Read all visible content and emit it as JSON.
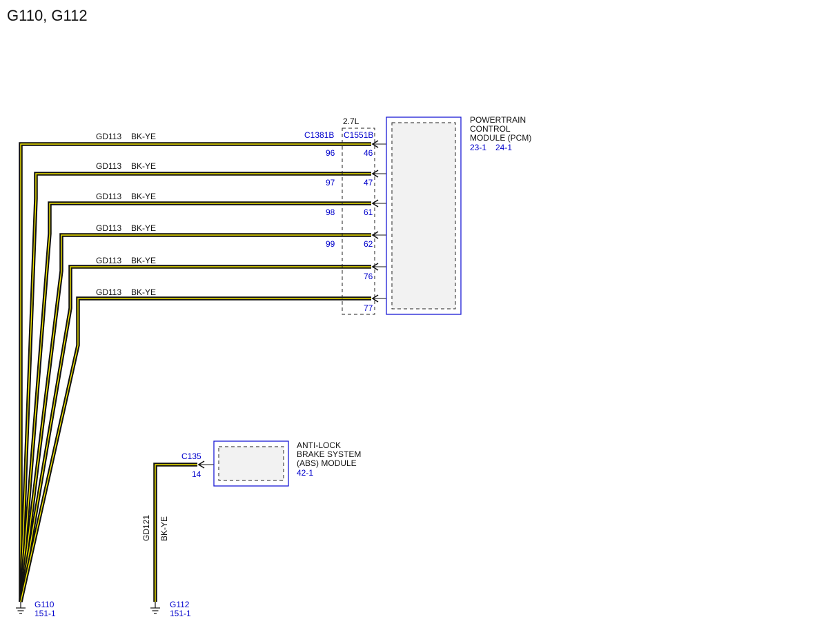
{
  "page_title": "G110, G112",
  "colors": {
    "wire_outer": "#111111",
    "wire_stripe": "#f2e600",
    "module_border": "#1a1ad6",
    "module_fill": "#f2f2f2",
    "label_blue": "#0000cc"
  },
  "variant_label": "2.7L",
  "pcm": {
    "name_lines": [
      "POWERTRAIN",
      "CONTROL",
      "MODULE (PCM)"
    ],
    "refs": [
      "23-1",
      "24-1"
    ],
    "connector_outer": "C1381B",
    "connector_inner": "C1551B"
  },
  "pcm_wires": [
    {
      "circuit": "GD113",
      "color": "BK-YE",
      "outer_pin": "96",
      "inner_pin": "46"
    },
    {
      "circuit": "GD113",
      "color": "BK-YE",
      "outer_pin": "97",
      "inner_pin": "47"
    },
    {
      "circuit": "GD113",
      "color": "BK-YE",
      "outer_pin": "98",
      "inner_pin": "61"
    },
    {
      "circuit": "GD113",
      "color": "BK-YE",
      "outer_pin": "99",
      "inner_pin": "62"
    },
    {
      "circuit": "GD113",
      "color": "BK-YE",
      "outer_pin": "",
      "inner_pin": "76"
    },
    {
      "circuit": "GD113",
      "color": "BK-YE",
      "outer_pin": "",
      "inner_pin": "77"
    }
  ],
  "abs": {
    "name_lines": [
      "ANTI-LOCK",
      "BRAKE SYSTEM",
      "(ABS) MODULE"
    ],
    "ref": "42-1",
    "connector": "C135",
    "pin": "14",
    "wire_circuit": "GD121",
    "wire_color": "BK-YE"
  },
  "grounds": [
    {
      "name": "G110",
      "ref": "151-1"
    },
    {
      "name": "G112",
      "ref": "151-1"
    }
  ]
}
